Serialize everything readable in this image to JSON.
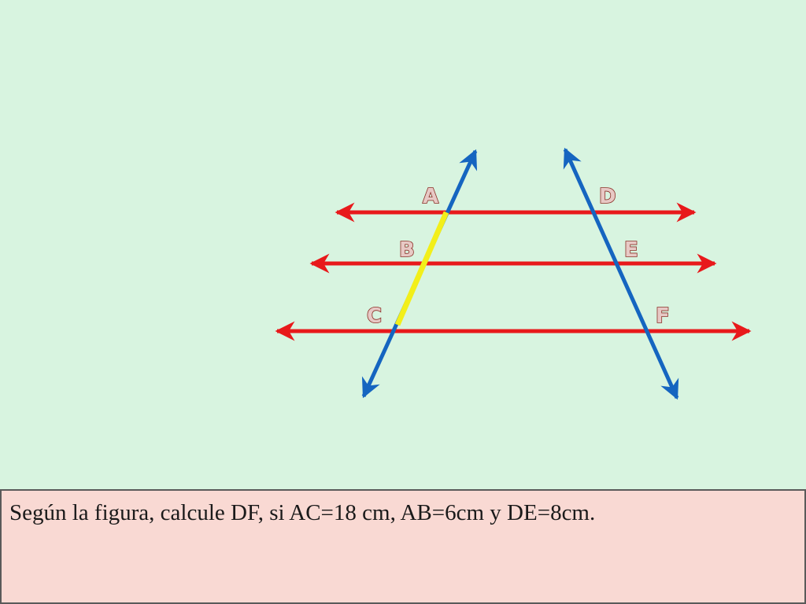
{
  "figure": {
    "colors": {
      "parallel_lines": "#e8191b",
      "transversals": "#1565c0",
      "highlight_segment": "#f2ef1a"
    },
    "labels": {
      "A": "A",
      "B": "B",
      "C": "C",
      "D": "D",
      "E": "E",
      "F": "F"
    }
  },
  "question": {
    "text": "Según la figura, calcule DF, si AC=18 cm, AB=6cm y DE=8cm."
  }
}
